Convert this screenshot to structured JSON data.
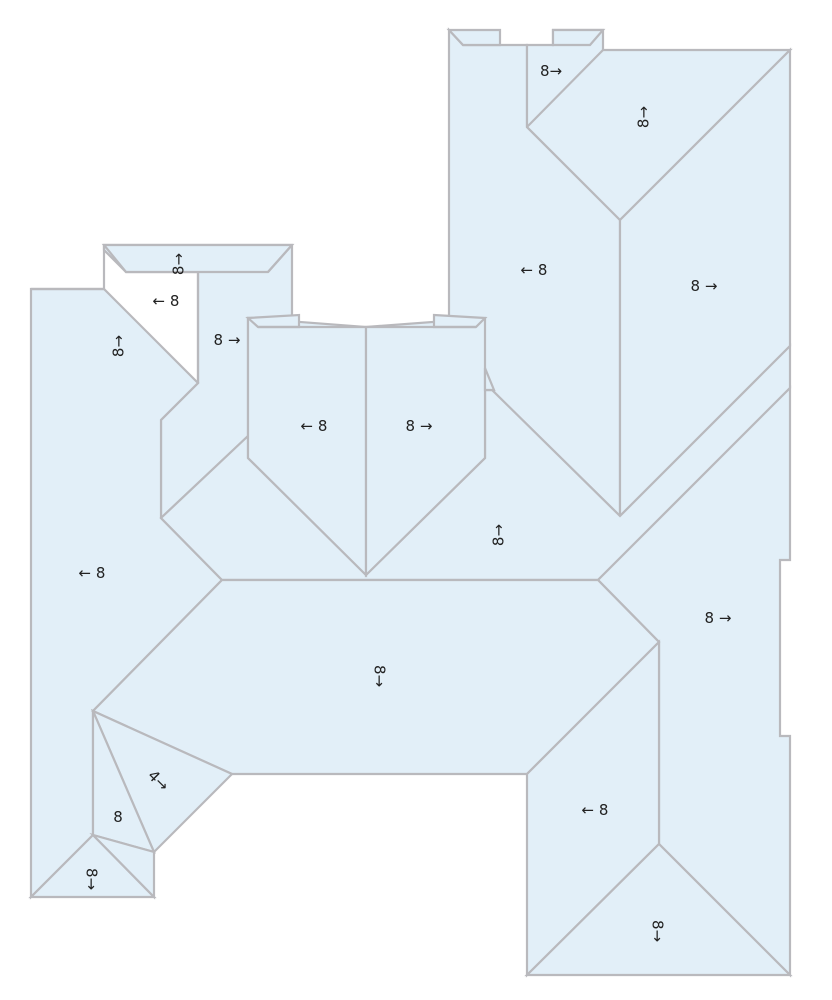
{
  "roof_plan": {
    "fill_color": "#e2eff8",
    "edge_color": "#b9b9bd",
    "pitch_labels": [
      {
        "id": "upper-right-hip-small",
        "text": "8→"
      },
      {
        "id": "upper-right-main-front",
        "text": "8→"
      },
      {
        "id": "upper-right-left-plane",
        "text": "← 8"
      },
      {
        "id": "upper-right-right-plane",
        "text": "8 →"
      },
      {
        "id": "top-left-gable-ridge",
        "text": "8→"
      },
      {
        "id": "top-left-gable-left",
        "text": "← 8"
      },
      {
        "id": "left-wing-hip",
        "text": "8→"
      },
      {
        "id": "top-left-gable-right",
        "text": "8 →"
      },
      {
        "id": "center-gable-left",
        "text": "← 8"
      },
      {
        "id": "center-gable-right",
        "text": "8 →"
      },
      {
        "id": "center-front",
        "text": "8→"
      },
      {
        "id": "left-wing-left",
        "text": "← 8"
      },
      {
        "id": "right-wing-right",
        "text": "8 →"
      },
      {
        "id": "center-main-rear",
        "text": "8→"
      },
      {
        "id": "bottom-left-bay",
        "text": "4→"
      },
      {
        "id": "bottom-left-side",
        "text": "8"
      },
      {
        "id": "bottom-left-end",
        "text": "8→"
      },
      {
        "id": "bottom-right-left",
        "text": "← 8"
      },
      {
        "id": "bottom-right-end",
        "text": "8→"
      }
    ]
  }
}
